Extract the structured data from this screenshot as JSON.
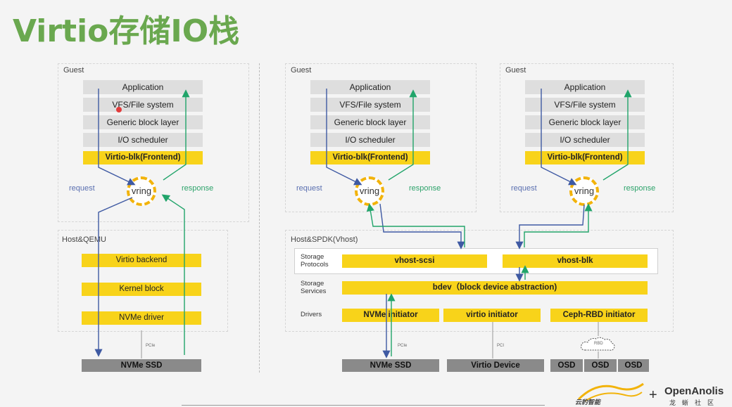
{
  "title": "Virtio存储IO栈",
  "left": {
    "guest_label": "Guest",
    "stack": [
      "Application",
      "VFS/File system",
      "Generic block layer",
      "I/O scheduler"
    ],
    "frontend": "Virtio-blk(Frontend)",
    "vring": "vring",
    "request": "request",
    "response": "response",
    "host_label": "Host&QEMU",
    "host_boxes": [
      "Virtio backend",
      "Kernel block",
      "NVMe driver"
    ],
    "pcie": "PCIe",
    "ssd": "NVMe SSD"
  },
  "guest_a": {
    "guest_label": "Guest",
    "stack": [
      "Application",
      "VFS/File system",
      "Generic block layer",
      "I/O scheduler"
    ],
    "frontend": "Virtio-blk(Frontend)",
    "vring": "vring",
    "request": "request",
    "response": "response"
  },
  "guest_b": {
    "guest_label": "Guest",
    "stack": [
      "Application",
      "VFS/File system",
      "Generic block layer",
      "I/O scheduler"
    ],
    "frontend": "Virtio-blk(Frontend)",
    "vring": "vring",
    "request": "request",
    "response": "response"
  },
  "spdk": {
    "host_label": "Host&SPDK(Vhost)",
    "storage_protocols": "Storage Protocols",
    "storage_services": "Storage Services",
    "drivers": "Drivers",
    "vhost_scsi": "vhost-scsi",
    "vhost_blk": "vhost-blk",
    "bdev": "bdev（block device abstraction)",
    "nvme_initiator": "NVMe initiator",
    "virtio_initiator": "virtio initiator",
    "ceph_initiator": "Ceph-RBD initiator",
    "pcie": "PCIe",
    "pci": "PCI",
    "rbd": "RBD",
    "nvme_ssd": "NVMe SSD",
    "virtio_device": "Virtio Device",
    "osd": [
      "OSD",
      "OSD",
      "OSD"
    ]
  },
  "logos": {
    "left": "云豹智能",
    "plus": "+",
    "name": "OpenAnolis",
    "sub": "龙蜥社区"
  },
  "colors": {
    "title": "#6aa84f",
    "yellow": "#f8d31a",
    "request_arrow": "#3f5aa3",
    "response_arrow": "#21a46a"
  }
}
